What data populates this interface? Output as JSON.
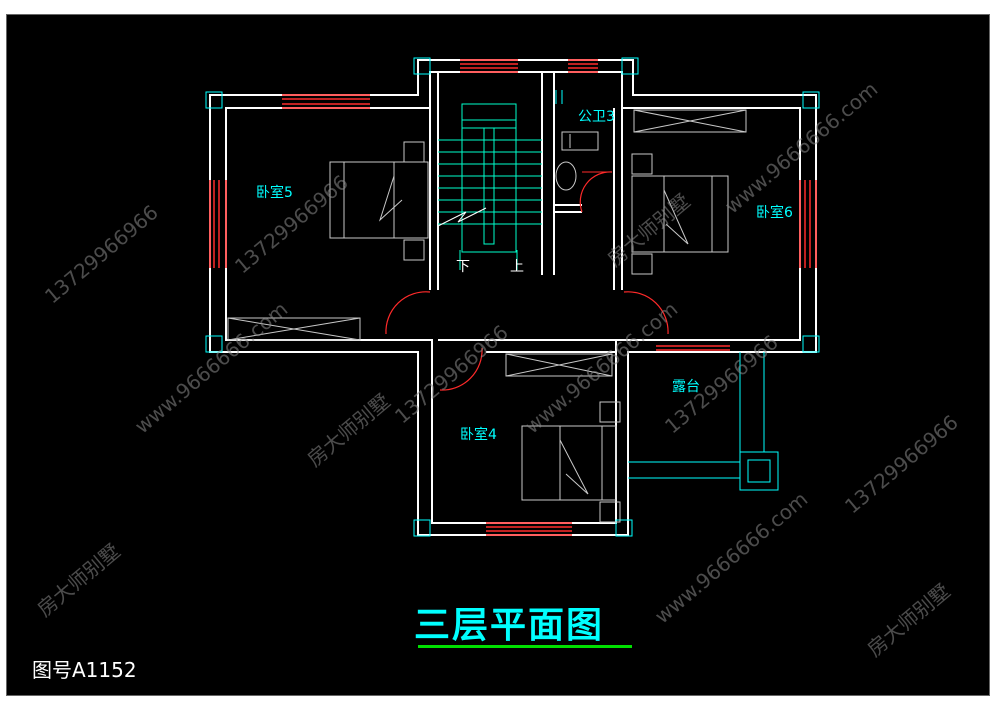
{
  "drawing": {
    "title": "三层平面图",
    "drawing_number": "图号A1152",
    "rooms": {
      "bedroom5": "卧室5",
      "bedroom6": "卧室6",
      "bedroom4": "卧室4",
      "bathroom3": "公卫3",
      "terrace": "露台"
    },
    "stair": {
      "down": "下",
      "up": "上"
    },
    "watermarks": [
      "13729966966",
      "www.9666666.com",
      "房大师别墅"
    ]
  },
  "colors": {
    "background": "#000000",
    "walls": "#ffffff",
    "windows": "#ff2a2a",
    "labels": "#00ffff",
    "fixtures": "#c8c8c8",
    "stair": "#00ffcc",
    "title_underline": "#00e000"
  }
}
